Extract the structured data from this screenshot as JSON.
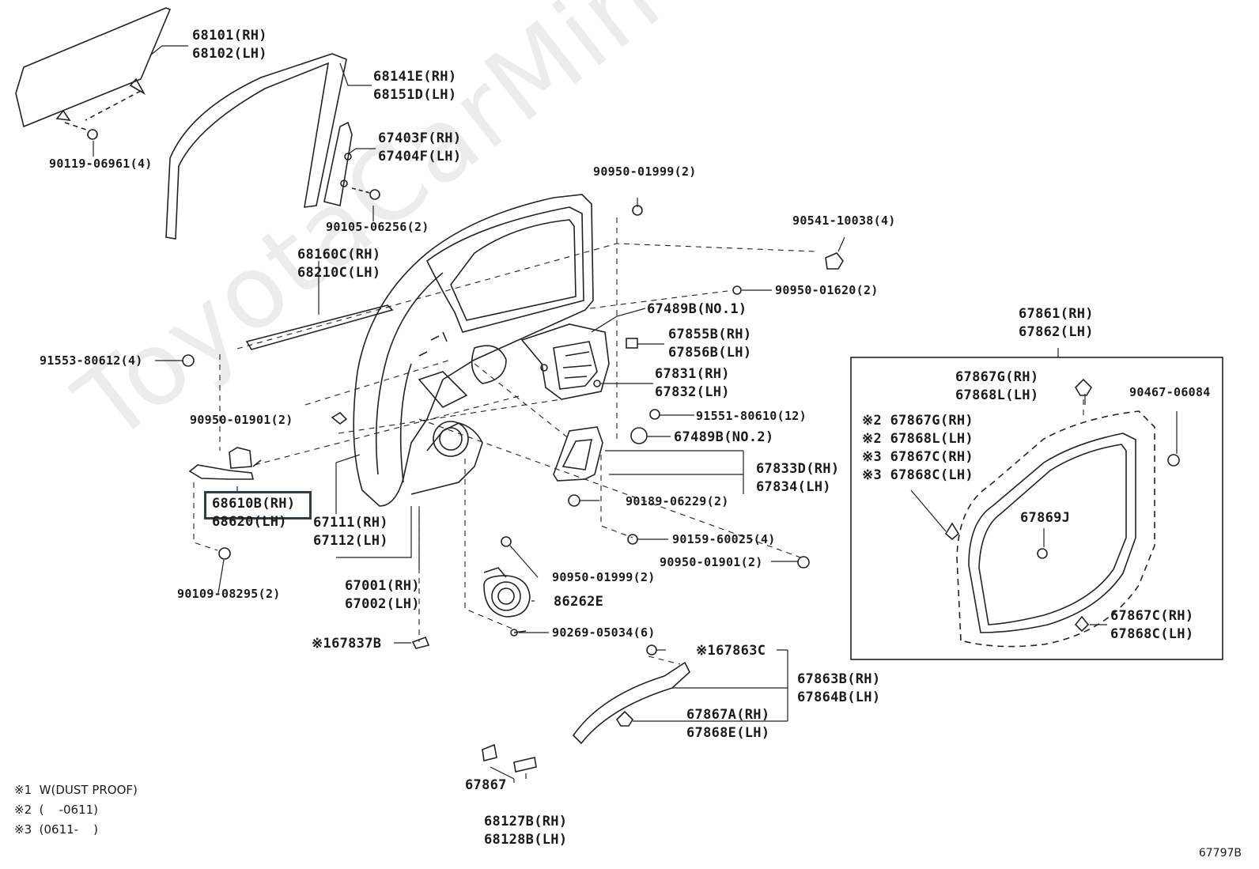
{
  "labels": {
    "p68101": [
      "68101(RH)",
      "68102(LH)"
    ],
    "p68141": [
      "68141E(RH)",
      "68151D(LH)"
    ],
    "p67403": [
      "67403F(RH)",
      "67404F(LH)"
    ],
    "p90119": "90119-06961(4)",
    "p90105": "90105-06256(2)",
    "p90950a": "90950-01999(2)",
    "p90541": "90541-10038(4)",
    "p68160": [
      "68160C(RH)",
      "68210C(LH)"
    ],
    "p90950b": "90950-01620(2)",
    "p67489a": "67489B(NO.1)",
    "p67855": [
      "67855B(RH)",
      "67856B(LH)"
    ],
    "p67831": [
      "67831(RH)",
      "67832(LH)"
    ],
    "p91553": "91553-80612(4)",
    "p91551": "91551-80610(12)",
    "p90950c": "90950-01901(2)",
    "p67489b": "67489B(NO.2)",
    "p67833": [
      "67833D(RH)",
      "67834(LH)"
    ],
    "p68610": [
      "68610B(RH)",
      "68620(LH)"
    ],
    "p67111": [
      "67111(RH)",
      "67112(LH)"
    ],
    "p90189": "90189-06229(2)",
    "p90159": "90159-60025(4)",
    "p90950d": "90950-01901(2)",
    "p67001": [
      "67001(RH)",
      "67002(LH)"
    ],
    "p90109": "90109-08295(2)",
    "p90950e": "90950-01999(2)",
    "p86262": "86262E",
    "p67837": "※167837B",
    "p90269": "90269-05034(6)",
    "p67863c": "※167863C",
    "p67863b": [
      "67863B(RH)",
      "67864B(LH)"
    ],
    "p67867a": [
      "67867A(RH)",
      "67868E(LH)"
    ],
    "p67867": "67867",
    "p68127": [
      "68127B(RH)",
      "68128B(LH)"
    ],
    "p67861": [
      "67861(RH)",
      "67862(LH)"
    ],
    "p67867g": [
      "67867G(RH)",
      "67868L(LH)"
    ],
    "p90467": "90467-06084",
    "pstar": [
      "※2 67867G(RH)",
      "※2 67868L(LH)",
      "※3 67867C(RH)",
      "※3 67868C(LH)"
    ],
    "p67869": "67869J",
    "p67867c": [
      "67867C(RH)",
      "67868C(LH)"
    ]
  },
  "notes": [
    "※1  W(DUST PROOF)",
    "※2  (    -0611)",
    "※3  (0611-    )"
  ],
  "figure_number": "67797B",
  "watermark": "ToyotaCarMine.ru",
  "highlight": {
    "part": "68610B(RH)",
    "color": "#2f3e46"
  }
}
